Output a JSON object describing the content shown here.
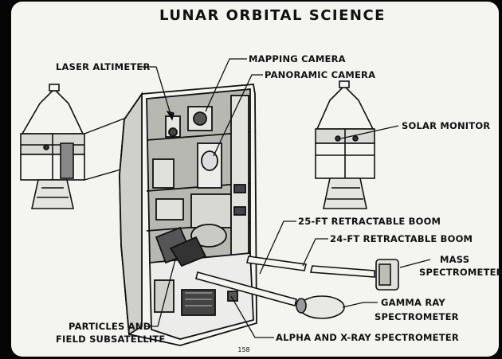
{
  "title": "LUNAR ORBITAL SCIENCE",
  "labels": {
    "laser_altimeter": "LASER ALTIMETER",
    "mapping_camera": "MAPPING CAMERA",
    "panoramic_camera": "PANORAMIC CAMERA",
    "solar_monitor": "SOLAR MONITOR",
    "boom_25ft": "25-FT RETRACTABLE BOOM",
    "boom_24ft": "24-FT RETRACTABLE BOOM",
    "mass_spectrometer_1": "MASS",
    "mass_spectrometer_2": "SPECTROMETER",
    "gamma_ray_1": "GAMMA RAY",
    "gamma_ray_2": "SPECTROMETER",
    "particles_1": "PARTICLES AND",
    "particles_2": "FIELD SUBSATELLITE",
    "alpha_xray": "ALPHA AND X-RAY SPECTROMETER"
  },
  "page_number": "158"
}
